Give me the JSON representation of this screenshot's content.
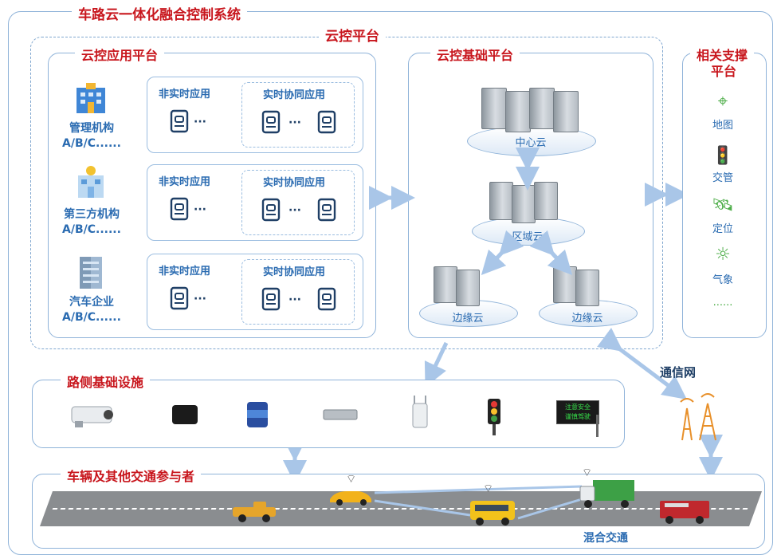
{
  "system_title": "车路云一体化融合控制系统",
  "cloud_platform_title": "云控平台",
  "app_platform": {
    "title": "云控应用平台",
    "orgs": [
      {
        "name": "管理机构",
        "sub": "A/B/C......"
      },
      {
        "name": "第三方机构",
        "sub": "A/B/C......"
      },
      {
        "name": "汽车企业",
        "sub": "A/B/C......"
      }
    ],
    "non_realtime_label": "非实时应用",
    "realtime_label": "实时协同应用",
    "ellipsis": "···"
  },
  "base_platform": {
    "title": "云控基础平台",
    "center_cloud": "中心云",
    "region_cloud": "区域云",
    "edge_cloud_left": "边缘云",
    "edge_cloud_right": "边缘云"
  },
  "support_platform": {
    "title_line1": "相关支撑",
    "title_line2": "平台",
    "items": [
      "地图",
      "交管",
      "定位",
      "气象"
    ],
    "more": "......",
    "icons": [
      "map-pin-icon",
      "traffic-light-icon",
      "satellite-icon",
      "sun-icon"
    ]
  },
  "network_label": "通信网",
  "roadside": {
    "title": "路侧基础设施",
    "devices": [
      "camera-icon",
      "radar-unit-icon",
      "lidar-icon",
      "rsu-box-icon",
      "antenna-unit-icon",
      "traffic-light-icon",
      "signboard-icon"
    ],
    "sign_text_line1": "注意安全",
    "sign_text_line2": "谨慎驾驶"
  },
  "vehicles": {
    "title": "车辆及其他交通参与者",
    "mixed_traffic": "混合交通"
  },
  "colors": {
    "title_red": "#c8161d",
    "label_blue": "#2a6bb1",
    "border_blue": "#8fb3d9",
    "arrow_blue": "#a9c6e8",
    "icon_green": "#4fae4a"
  }
}
